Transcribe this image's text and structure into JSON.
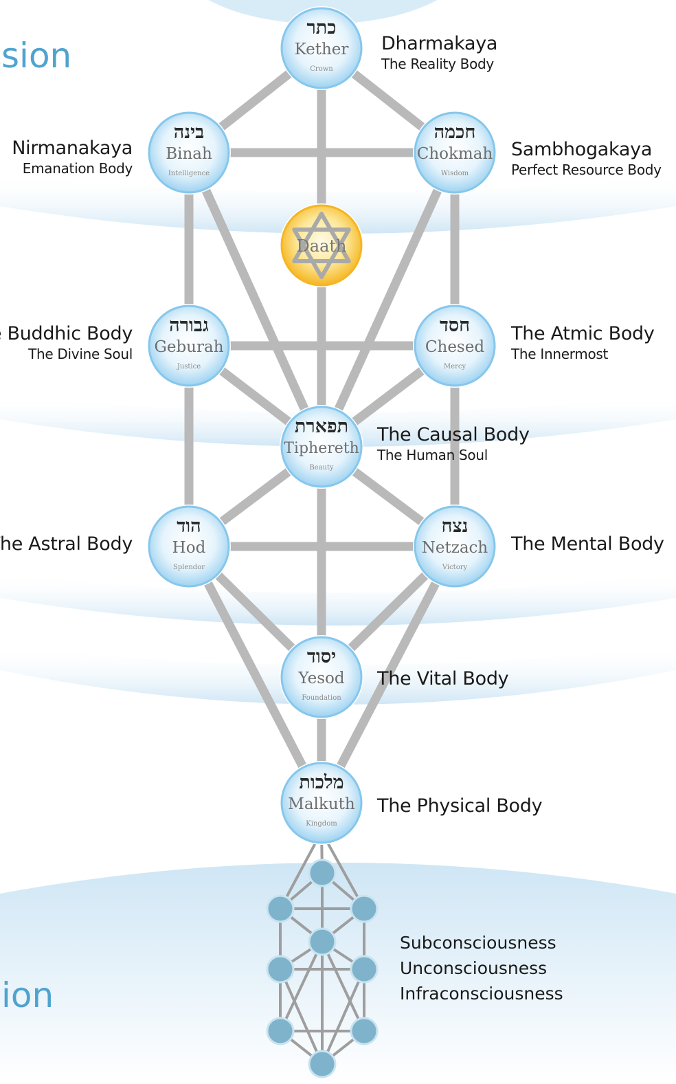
{
  "colors": {
    "band": "#cfe6f5",
    "sphere": "#bfe3f8",
    "sphere_edge": "#86c7ec",
    "path": "#b9b9b9",
    "daath": "#f7c43a",
    "small_node": "#7fb3cc",
    "accent": "#4fa3cf"
  },
  "edge_texts": {
    "top": "sion",
    "bottom": "ion"
  },
  "sephiroth": [
    {
      "id": "kether",
      "hebrew": "כתר",
      "name": "Kether",
      "meaning": "Crown"
    },
    {
      "id": "binah",
      "hebrew": "בינה",
      "name": "Binah",
      "meaning": "Intelligence"
    },
    {
      "id": "chokmah",
      "hebrew": "חכמה",
      "name": "Chokmah",
      "meaning": "Wisdom"
    },
    {
      "id": "daath",
      "hebrew": "",
      "name": "Daath",
      "meaning": ""
    },
    {
      "id": "geburah",
      "hebrew": "גבורה",
      "name": "Geburah",
      "meaning": "Justice"
    },
    {
      "id": "chesed",
      "hebrew": "חסד",
      "name": "Chesed",
      "meaning": "Mercy"
    },
    {
      "id": "tiphereth",
      "hebrew": "תפארת",
      "name": "Tiphereth",
      "meaning": "Beauty"
    },
    {
      "id": "hod",
      "hebrew": "הוד",
      "name": "Hod",
      "meaning": "Splendor"
    },
    {
      "id": "netzach",
      "hebrew": "נצח",
      "name": "Netzach",
      "meaning": "Victory"
    },
    {
      "id": "yesod",
      "hebrew": "יסוד",
      "name": "Yesod",
      "meaning": "Foundation"
    },
    {
      "id": "malkuth",
      "hebrew": "מלכות",
      "name": "Malkuth",
      "meaning": "Kingdom"
    }
  ],
  "bodies": {
    "dharmakaya": {
      "title": "Dharmakaya",
      "subtitle": "The Reality Body"
    },
    "nirmanakaya": {
      "title": "Nirmanakaya",
      "subtitle": "Emanation Body"
    },
    "sambhogakaya": {
      "title": "Sambhogakaya",
      "subtitle": "Perfect Resource Body"
    },
    "buddhic": {
      "title": "e Buddhic Body",
      "subtitle": "The Divine Soul"
    },
    "atmic": {
      "title": "The Atmic Body",
      "subtitle": "The Innermost"
    },
    "causal": {
      "title": "The Causal Body",
      "subtitle": "The Human Soul"
    },
    "astral": {
      "title": "The Astral Body"
    },
    "mental": {
      "title": "The Mental Body"
    },
    "vital": {
      "title": "The Vital Body"
    },
    "physical": {
      "title": "The Physical Body"
    }
  },
  "consciousness": [
    "Subconsciousness",
    "Unconsciousness",
    "Infraconsciousness"
  ]
}
